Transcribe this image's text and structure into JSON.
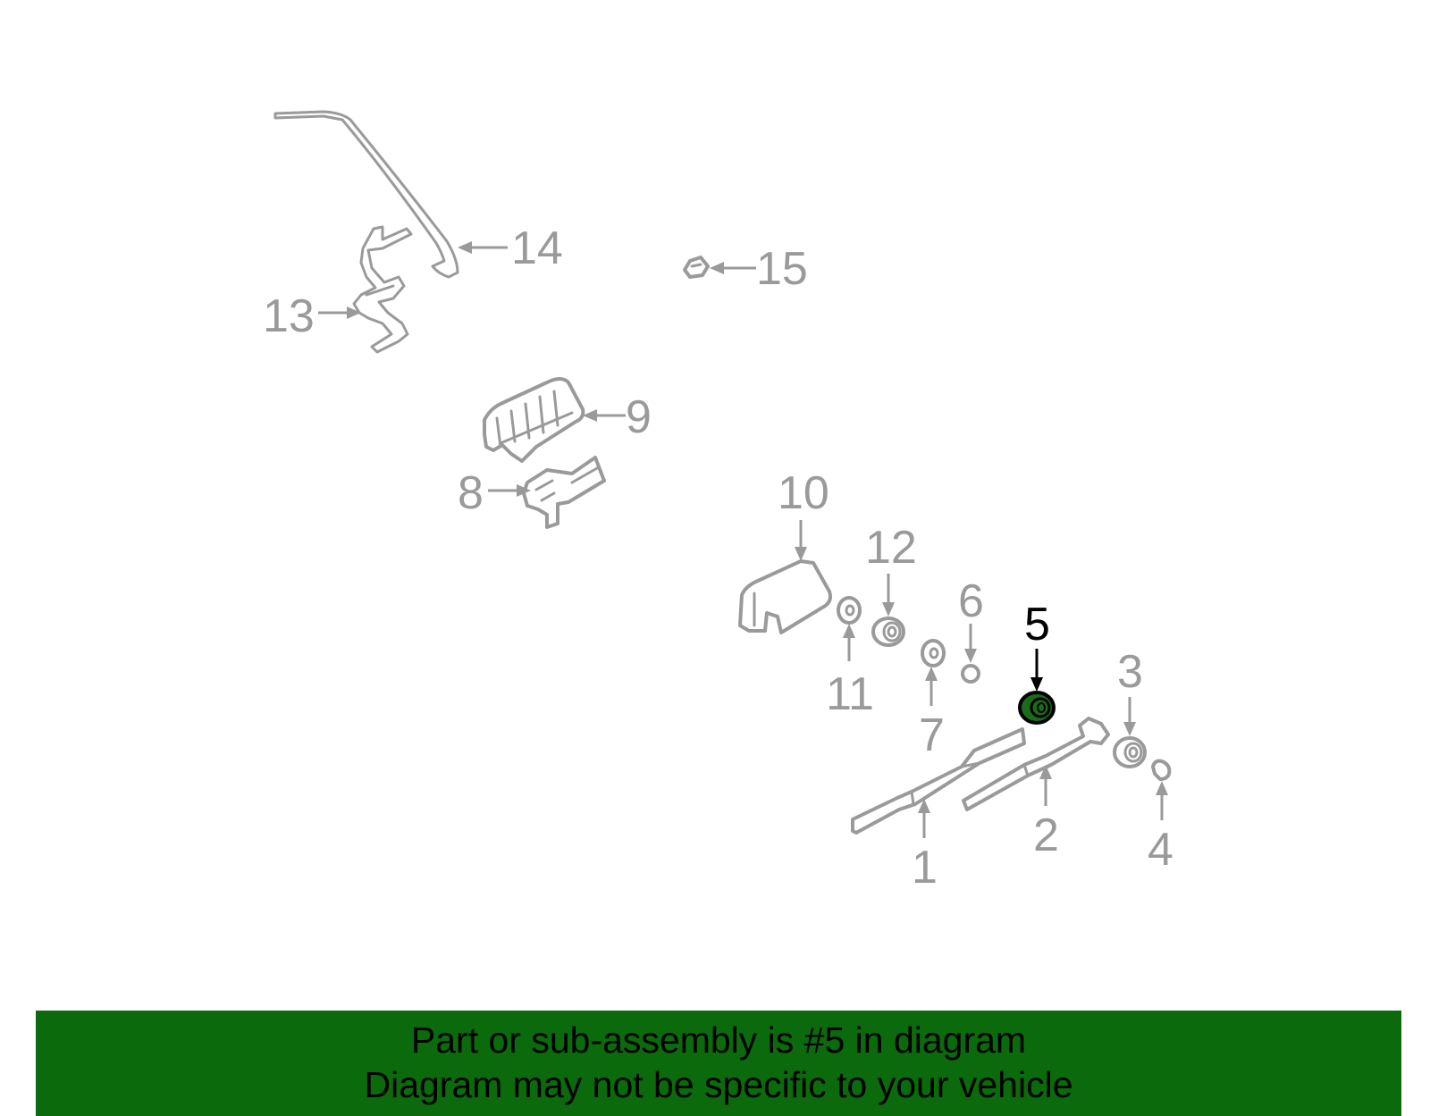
{
  "diagram": {
    "highlighted_part": "5",
    "highlight_color": "#1b6b1b",
    "line_color": "#9a9a9a",
    "callouts": {
      "p1": "1",
      "p2": "2",
      "p3": "3",
      "p4": "4",
      "p5": "5",
      "p6": "6",
      "p7": "7",
      "p8": "8",
      "p9": "9",
      "p10": "10",
      "p11": "11",
      "p12": "12",
      "p13": "13",
      "p14": "14",
      "p15": "15"
    }
  },
  "banner": {
    "background": "#0b6a0b",
    "line1": "Part or sub-assembly is #5 in diagram",
    "line2": "Diagram may not be specific to your vehicle"
  }
}
